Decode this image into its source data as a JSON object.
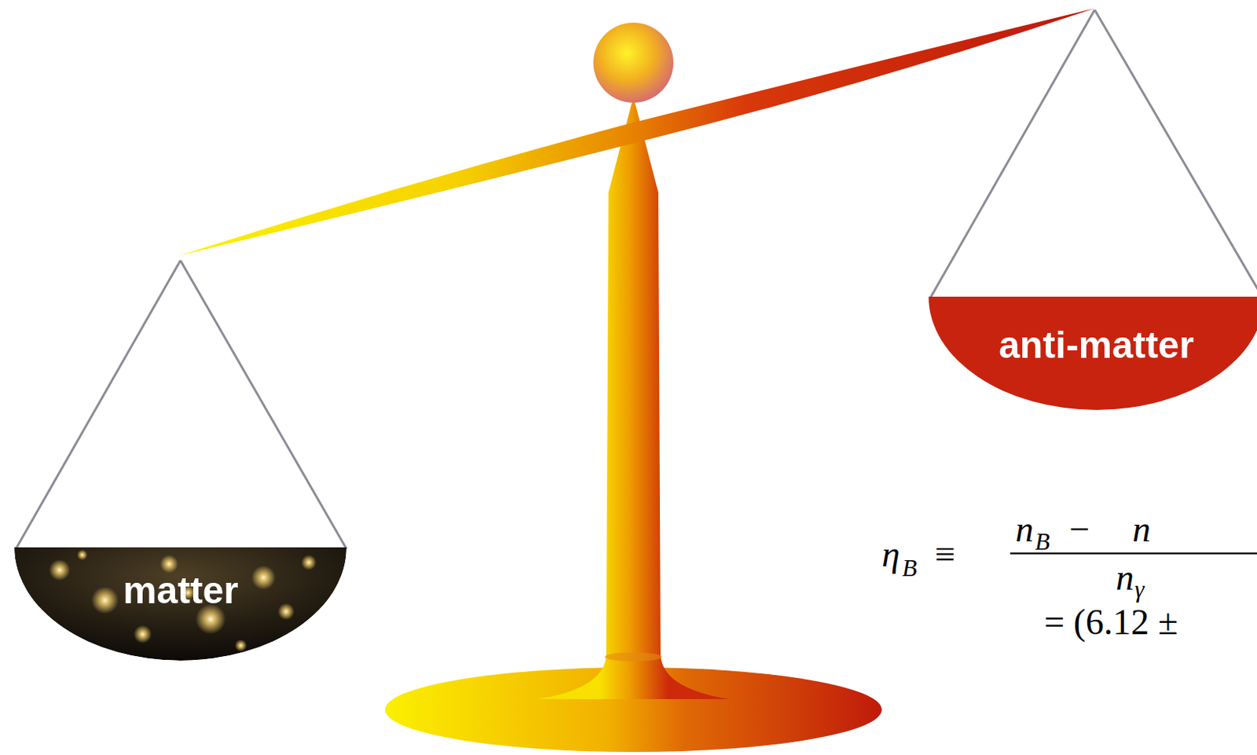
{
  "diagram": {
    "nodes": [
      {
        "text": [
          "matter"
        ]
      },
      {
        "text": [
          "anti-matter"
        ]
      }
    ],
    "labels": [
      "η",
      "B",
      "≡",
      "n",
      "B",
      "−",
      "n",
      "n",
      "γ",
      "= (6.12 ±"
    ]
  }
}
